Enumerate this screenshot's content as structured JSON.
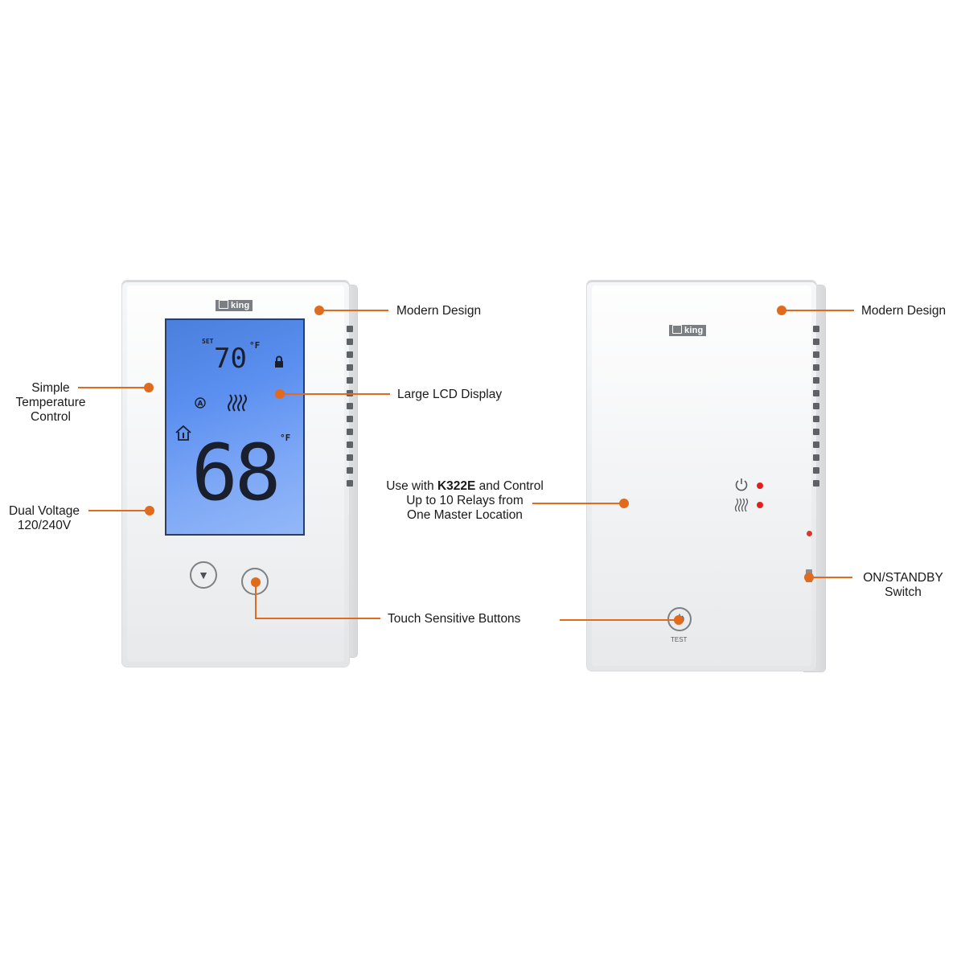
{
  "brand": {
    "name": "king"
  },
  "thermostat": {
    "set_label": "SET",
    "set_temp": "70",
    "set_unit": "°F",
    "current_temp": "68",
    "current_unit": "°F",
    "mode_icon": "auto-mode-icon",
    "heat_icon": "heat-waves-icon",
    "lock_icon": "lock-icon",
    "home_icon": "home-temperature-icon",
    "down_button_icon": "triangle-down-icon",
    "up_button_icon": "triangle-up-icon"
  },
  "relay": {
    "test_label": "TEST",
    "power_icon": "power-icon",
    "heat_icon": "heat-waves-icon",
    "led_color": "#e0201c"
  },
  "callouts": {
    "modern_design_left": "Modern Design",
    "simple_temp_control": [
      "Simple",
      "Temperature",
      "Control"
    ],
    "large_lcd": "Large LCD Display",
    "dual_voltage": [
      "Dual Voltage",
      "120/240V"
    ],
    "touch_buttons": "Touch Sensitive Buttons",
    "modern_design_right": "Modern Design",
    "use_with": {
      "line1_prefix": "Use with ",
      "line1_bold": "K322E",
      "line1_suffix": " and Control",
      "line2": "Up to 10 Relays from",
      "line3": "One Master Location"
    },
    "on_standby": [
      "ON/STANDBY",
      "Switch"
    ]
  },
  "colors": {
    "accent": "#e06a1e",
    "lcd": "#5b8ff0",
    "device": "#eceef0"
  }
}
